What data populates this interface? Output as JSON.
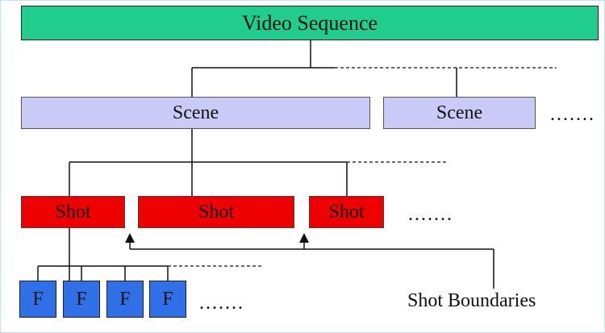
{
  "diagram": {
    "root": {
      "label": "Video Sequence"
    },
    "scenes": [
      {
        "label": "Scene"
      },
      {
        "label": "Scene"
      }
    ],
    "scene_more": ".......",
    "shots": [
      {
        "label": "Shot"
      },
      {
        "label": "Shot"
      },
      {
        "label": "Shot"
      }
    ],
    "shot_more": ".......",
    "frames": [
      {
        "label": "F"
      },
      {
        "label": "F"
      },
      {
        "label": "F"
      },
      {
        "label": "F"
      }
    ],
    "frame_more": ".......",
    "annotation": "Shot Boundaries",
    "colors": {
      "root": "#20cc8e",
      "scene": "#c9caf6",
      "shot": "#ee0000",
      "frame": "#2f6fe8"
    }
  }
}
